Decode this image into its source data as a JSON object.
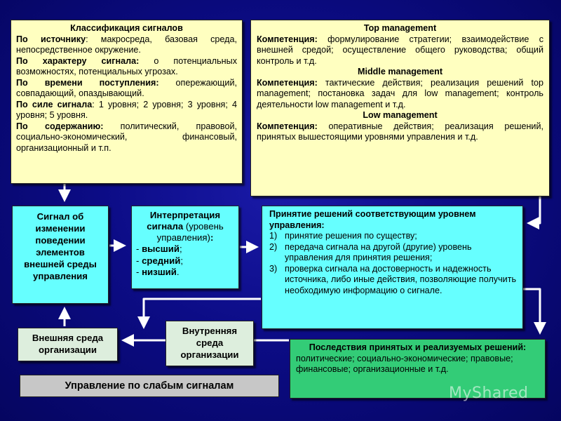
{
  "classification": {
    "title": "Классификация сигналов",
    "items": [
      {
        "label": "По источнику",
        "sep": ":",
        "text": " макросреда, базовая среда, непосредственное окружение."
      },
      {
        "label": "По характеру сигнала:",
        "sep": "",
        "text": " о потенциальных возможностях, потенциальных угрозах."
      },
      {
        "label": "По времени поступления:",
        "sep": "",
        "text": " опережающий, совпадающий, опаздывающий."
      },
      {
        "label": "По силе сигнала",
        "sep": ":",
        "text": " 1 уровня; 2 уровня; 3 уровня; 4 уровня; 5 уровня."
      },
      {
        "label": "По содержанию:",
        "sep": "",
        "text": " политический, правовой, социально-экономический, финансовый, организационный и т.п."
      }
    ]
  },
  "management": {
    "levels": [
      {
        "title": "Top management",
        "label": "Компетенция:",
        "text": " формулирование стратегии; взаимодействие с внешней средой; осуществление общего руководства; общий контроль и т.д."
      },
      {
        "title": "Middle management",
        "label": "Компетенция:",
        "text": " тактические действия; реализация решений top management; постановка задач для low management; контроль деятельности low management и т.д."
      },
      {
        "title": "Low management",
        "label": "Компетенция:",
        "text": " оперативные действия; реализация решений, принятых вышестоящими уровнями управления и т.д."
      }
    ]
  },
  "signal_box": {
    "text": "Сигнал об изменении поведении элементов внешней среды управления"
  },
  "interpretation": {
    "title": "Интерпретация сигнала",
    "subtitle": " (уровень управления)",
    "colon": ":",
    "items": [
      {
        "prefix": "- ",
        "label": "высший",
        "suffix": ";"
      },
      {
        "prefix": "- ",
        "label": "средний",
        "suffix": ";"
      },
      {
        "prefix": "- ",
        "label": "низший",
        "suffix": "."
      }
    ]
  },
  "decision": {
    "title": "Принятие решений соответствующим уровнем управления:",
    "items": [
      {
        "num": "1)",
        "text": "принятие решения по существу;"
      },
      {
        "num": "2)",
        "text": "передача сигнала на другой (другие) уровень управления для принятия решения;"
      },
      {
        "num": "3)",
        "text": "проверка сигнала на достоверность и надежность источника, либо иные действия, позволяющие получить необходимую информацию о сигнале."
      }
    ]
  },
  "external_env": {
    "text": "Внешняя среда организации"
  },
  "internal_env": {
    "text": "Внутренняя среда организации"
  },
  "consequences": {
    "title": "Последствия принятых и реализуемых решений:",
    "text": "политические; социально-экономические; правовые; финансовые; организационные и т.д."
  },
  "footer": {
    "text": "Управление по слабым сигналам"
  },
  "watermark": {
    "text": "MyShared"
  },
  "colors": {
    "background": "#0c0c86",
    "yellow_box": "#ffffc0",
    "cyan_box": "#66ffff",
    "green_box": "#33cc77",
    "pale_box": "#ddeedd",
    "grey_box": "#c7c7c7",
    "arrow": "#ffffff"
  }
}
